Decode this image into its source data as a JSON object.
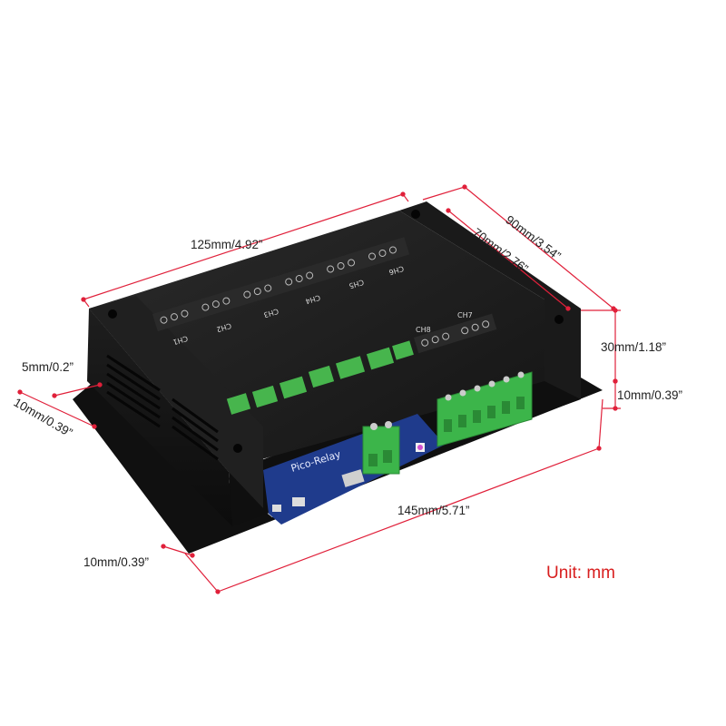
{
  "dimensions": {
    "length_top": "125mm/4.92”",
    "depth_outer": "90mm/3.54”",
    "depth_inner": "70mm/2.76”",
    "height": "30mm/1.18”",
    "foot_height_right": "10mm/0.39”",
    "flange_offset": "5mm/0.2”",
    "foot_height_left": "10mm/0.39”",
    "length_base": "145mm/5.71”",
    "foot_width": "10mm/0.39”"
  },
  "unit_label": "Unit: mm",
  "channels": [
    "CH1",
    "CH2",
    "CH3",
    "CH4",
    "CH5",
    "CH6",
    "CH7",
    "CH8"
  ],
  "board_label": "Pico-Relay",
  "colors": {
    "dimension_line": "#e0203a",
    "unit_text": "#d81e1e",
    "enclosure": "#1c1c1c",
    "terminal_green": "#3cb54a",
    "board_blue": "#1f3b8c"
  }
}
